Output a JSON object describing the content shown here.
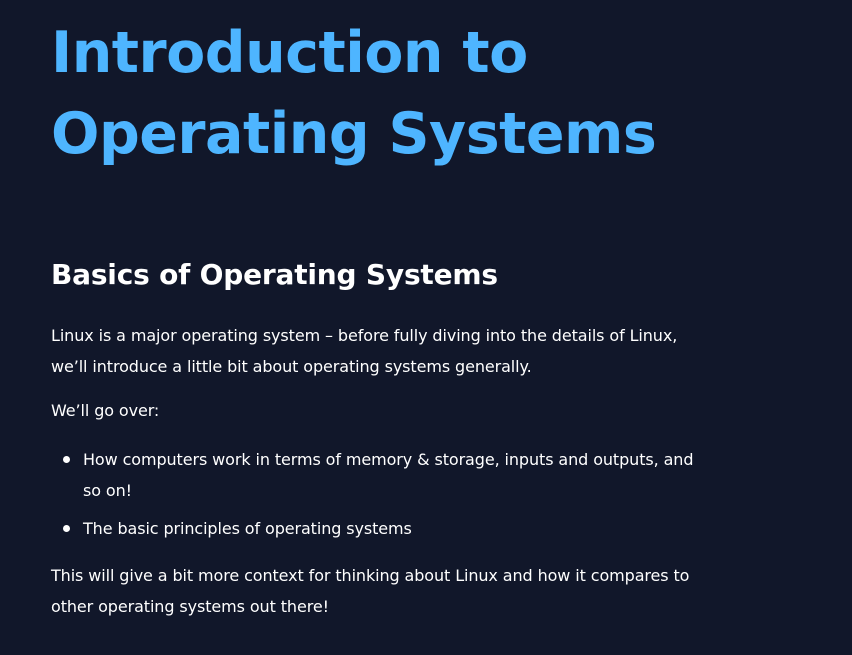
{
  "page": {
    "title": "Introduction to Operating Systems"
  },
  "section": {
    "heading": "Basics of Operating Systems",
    "intro": "Linux is a major operating system – before fully diving into the details of Linux, we’ll introduce a little bit about operating systems generally.",
    "lead_in": "We’ll go over:",
    "topics": [
      "How computers work in terms of memory & storage, inputs and outputs, and so on!",
      "The basic principles of operating systems"
    ],
    "closing": "This will give a bit more context for thinking about Linux and how it compares to other operating systems out there!"
  },
  "colors": {
    "background": "#11172a",
    "title": "#4eb5ff",
    "text": "#ffffff"
  }
}
